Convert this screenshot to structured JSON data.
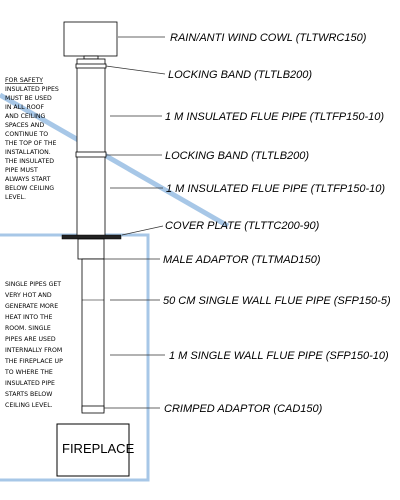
{
  "labels": {
    "cowl": "RAIN/ANTI WIND COWL (TLTWRC150)",
    "band1": "LOCKING BAND (TLTLB200)",
    "pipe1": "1 M INSULATED FLUE PIPE (TLTFP150-10)",
    "band2": "LOCKING BAND (TLTLB200)",
    "pipe2": "1 M INSULATED FLUE PIPE (TLTFP150-10)",
    "cover": "COVER PLATE (TLTTC200-90)",
    "male": "MALE ADAPTOR (TLTMAD150)",
    "single50": "50 CM SINGLE WALL FLUE PIPE (SFP150-5)",
    "single1m": "1 M SINGLE WALL FLUE PIPE (SFP150-10)",
    "crimped": "CRIMPED ADAPTOR (CAD150)"
  },
  "notes": {
    "safety": [
      "FOR SAFETY",
      "INSULATED PIPES",
      "MUST BE USED",
      "IN ALL ROOF",
      "AND CEILING",
      "SPACES AND",
      "CONTINUE TO",
      "THE TOP OF THE",
      "INSTALLATION.",
      "THE INSULATED",
      "PIPE MUST",
      "ALWAYS START",
      "BELOW CEILING",
      "LEVEL."
    ],
    "single": [
      "SINGLE PIPES GET",
      "VERY HOT AND",
      "GENERATE MORE",
      "HEAT INTO THE",
      "ROOM. SINGLE",
      "PIPES ARE USED",
      "INTERNALLY FROM",
      "THE FIREPLACE UP",
      "TO WHERE THE",
      "INSULATED PIPE",
      "STARTS BELOW",
      "CEILING LEVEL."
    ]
  },
  "fireplace": "FIREPLACE",
  "colors": {
    "structure": "#a7c7e7",
    "line": "#333333",
    "outline": "#000000"
  }
}
